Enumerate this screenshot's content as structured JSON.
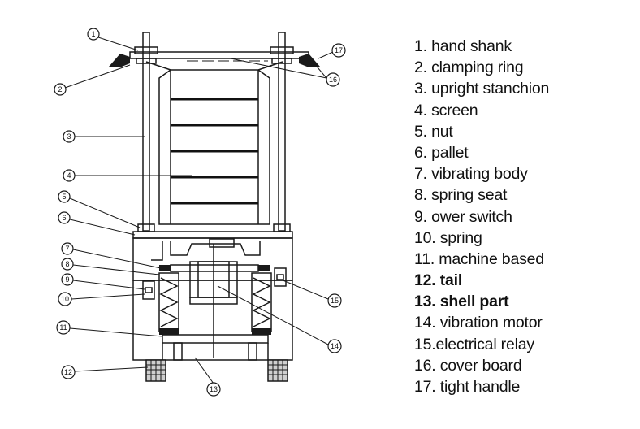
{
  "callouts": [
    "1",
    "2",
    "3",
    "4",
    "5",
    "6",
    "7",
    "8",
    "9",
    "10",
    "11",
    "12",
    "13",
    "14",
    "15",
    "16",
    "17"
  ],
  "legend": [
    {
      "text": "1. hand shank",
      "bold": false
    },
    {
      "text": "2. clamping ring",
      "bold": false
    },
    {
      "text": "3. upright stanchion",
      "bold": false
    },
    {
      "text": "4. screen",
      "bold": false
    },
    {
      "text": "5. nut",
      "bold": false
    },
    {
      "text": "6. pallet",
      "bold": false
    },
    {
      "text": "7. vibrating body",
      "bold": false
    },
    {
      "text": "8. spring seat",
      "bold": false
    },
    {
      "text": "9. ower switch",
      "bold": false
    },
    {
      "text": "10. spring",
      "bold": false
    },
    {
      "text": "11. machine based",
      "bold": false
    },
    {
      "text": "12. tail",
      "bold": true
    },
    {
      "text": "13. shell part",
      "bold": true
    },
    {
      "text": "14. vibration motor",
      "bold": false
    },
    {
      "text": "15.electrical relay",
      "bold": false
    },
    {
      "text": "16. cover board",
      "bold": false
    },
    {
      "text": "17. tight handle",
      "bold": false
    }
  ]
}
